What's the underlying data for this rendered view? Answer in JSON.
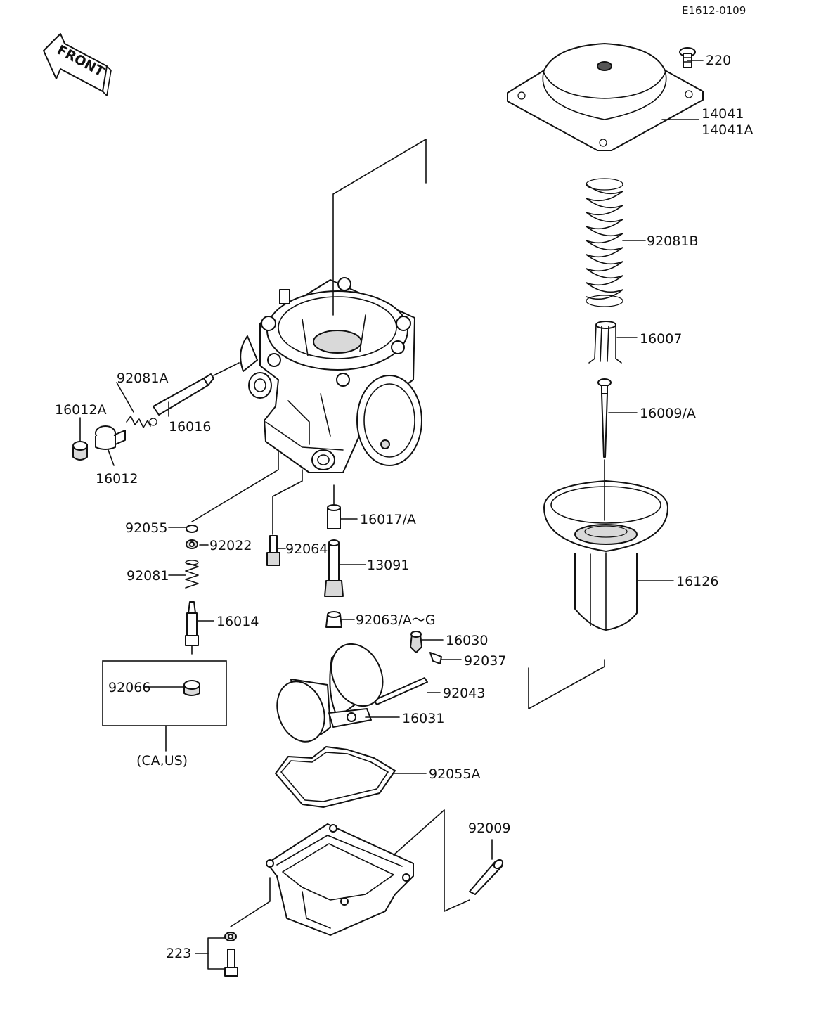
{
  "ref_code": "E1612-0109",
  "front_arrow": {
    "text": "FRONT",
    "icon": "front-arrow-icon"
  },
  "region_note": "(CA,US)",
  "parts": {
    "p220": "220",
    "p14041": "14041",
    "p14041A": "14041A",
    "p92081B": "92081B",
    "p16007": "16007",
    "p16009A": "16009/A",
    "p16126": "16126",
    "p92081A": "92081A",
    "p16012A": "16012A",
    "p16016": "16016",
    "p16012": "16012",
    "p92055": "92055",
    "p92022": "92022",
    "p92081": "92081",
    "p16014": "16014",
    "p92064": "92064",
    "p16017A": "16017/A",
    "p13091": "13091",
    "p92063": "92063/A～G",
    "p16030": "16030",
    "p92037": "92037",
    "p92043": "92043",
    "p16031": "16031",
    "p92066": "92066",
    "p92055A": "92055A",
    "p92009": "92009",
    "p223": "223"
  }
}
